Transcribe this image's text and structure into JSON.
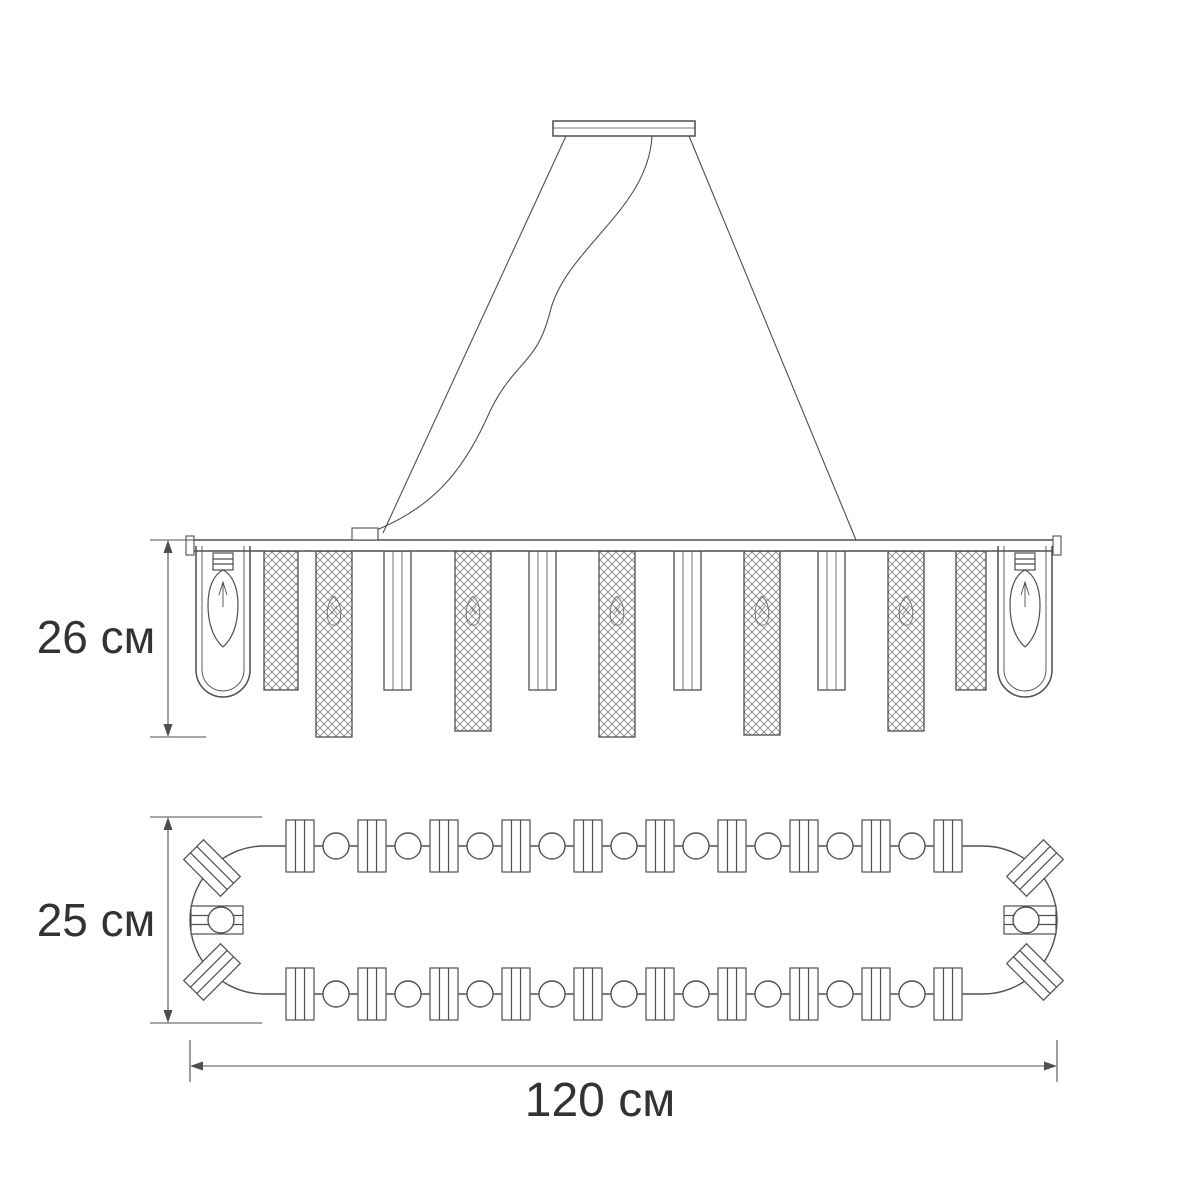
{
  "labels": {
    "side_height": "26 см",
    "plan_depth": "25 см",
    "plan_width": "120 см"
  },
  "style": {
    "line_color": "#4f4f4f",
    "hatch_color": "#6a6a6a",
    "text_color": "#333333",
    "background": "#ffffff"
  }
}
